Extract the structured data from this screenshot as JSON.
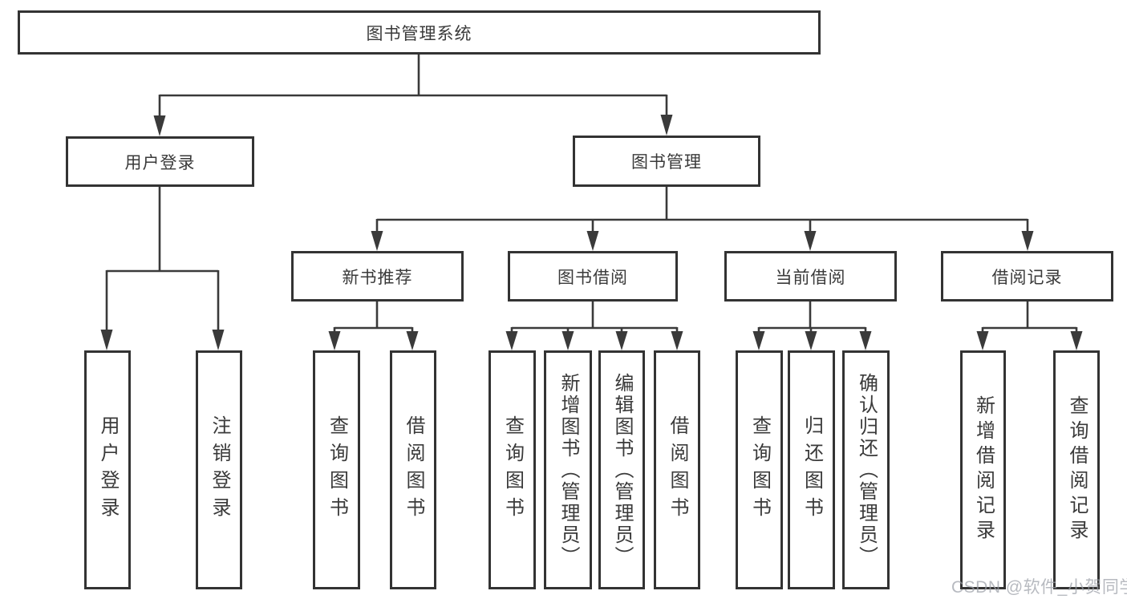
{
  "tree": {
    "root": {
      "label": "图书管理系统"
    },
    "branches": [
      {
        "label": "用户登录",
        "children": [
          {
            "label": "用户登录"
          },
          {
            "label": "注销登录"
          }
        ]
      },
      {
        "label": "图书管理",
        "children": [
          {
            "label": "新书推荐",
            "children": [
              {
                "label": "查询图书"
              },
              {
                "label": "借阅图书"
              }
            ]
          },
          {
            "label": "图书借阅",
            "children": [
              {
                "label": "查询图书"
              },
              {
                "label": "新增图书（管理员）"
              },
              {
                "label": "编辑图书（管理员）"
              },
              {
                "label": "借阅图书"
              }
            ]
          },
          {
            "label": "当前借阅",
            "children": [
              {
                "label": "查询图书"
              },
              {
                "label": "归还图书"
              },
              {
                "label": "确认归还（管理员）"
              }
            ]
          },
          {
            "label": "借阅记录",
            "children": [
              {
                "label": "新增借阅记录"
              },
              {
                "label": "查询借阅记录"
              }
            ]
          }
        ]
      }
    ]
  },
  "watermark": {
    "text": "CSDN @软件_小贺同学"
  },
  "colors": {
    "line": "#3a3a3a",
    "box_border": "#333333",
    "text": "#3a3a3a",
    "watermark": "#9ca0a8",
    "background": "#ffffff"
  }
}
